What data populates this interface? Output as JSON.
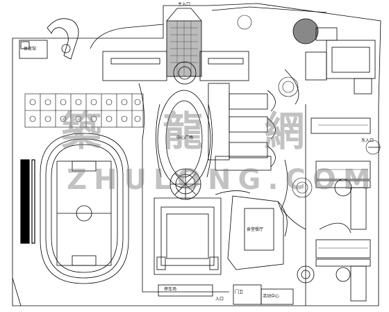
{
  "watermark": {
    "text": "築 龍 網",
    "subtext": "ZHULONG.COM"
  },
  "labels": {
    "gymnasium": "体育馆",
    "main_gate": "主入口",
    "east_gate": "东入口",
    "square": "中心广场",
    "dining_hall": "食堂餐厅",
    "side_gate": "入口",
    "student_club": "活动中心",
    "guard": "门卫",
    "parking": "停车场"
  }
}
